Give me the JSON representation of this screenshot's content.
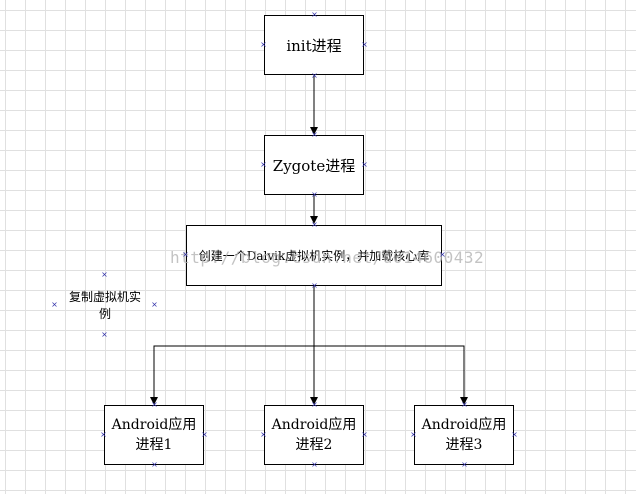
{
  "nodes": {
    "init": "init进程",
    "zygote": "Zygote进程",
    "dalvik": "创建一个Dalvik虚拟机实例，并加载核心库",
    "app1_line1": "Android应用",
    "app1_line2": "进程1",
    "app2_line1": "Android应用",
    "app2_line2": "进程2",
    "app3_line1": "Android应用",
    "app3_line2": "进程3"
  },
  "annotation": {
    "line1": "复制虚拟机实",
    "line2": "例"
  },
  "watermark": "http://blog.csdn.net/u014600432",
  "colors": {
    "line": "#000000",
    "handle": "#3333aa",
    "grid": "#c8c8c8",
    "watermark": "#b5b5b5"
  }
}
